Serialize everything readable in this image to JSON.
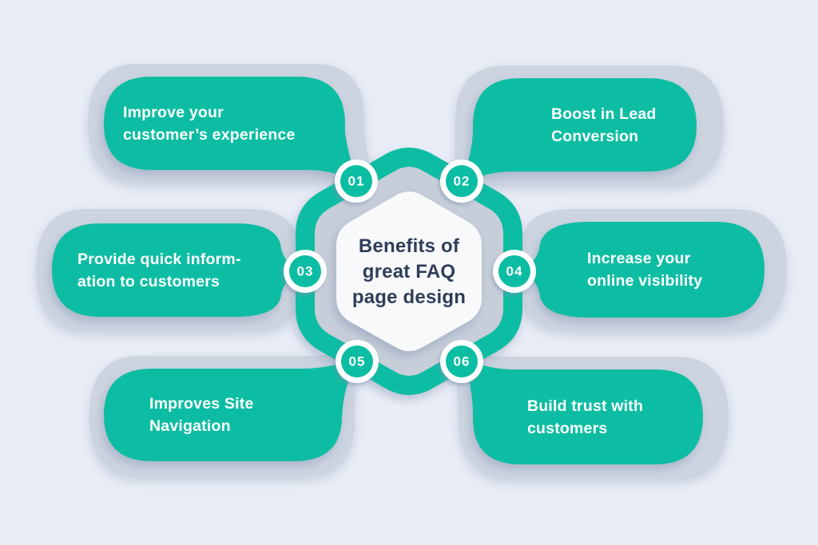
{
  "center": {
    "title": "Benefits of great FAQ page design",
    "lines": [
      "Benefits of",
      "great FAQ",
      "page design"
    ]
  },
  "benefits": [
    {
      "number": "01",
      "label": "Improve your customer’s experience",
      "lines": [
        "Improve your",
        "customer’s experience"
      ]
    },
    {
      "number": "02",
      "label": "Boost in Lead Conversion",
      "lines": [
        "Boost in Lead",
        "Conversion"
      ]
    },
    {
      "number": "03",
      "label": "Provide quick inform-ation to customers",
      "lines": [
        "Provide quick inform-",
        "ation to customers"
      ]
    },
    {
      "number": "04",
      "label": "Increase your online visibility",
      "lines": [
        "Increase your",
        "online visibility"
      ]
    },
    {
      "number": "05",
      "label": "Improves Site Navigation",
      "lines": [
        "Improves Site",
        "Navigation"
      ]
    },
    {
      "number": "06",
      "label": "Build trust with customers",
      "lines": [
        "Build trust with",
        "customers"
      ]
    }
  ],
  "colors": {
    "background": "#e9edf6",
    "teal": "#0bbda3",
    "shadow_gray": "#cdd4e0",
    "hexagon_band_gray": "#c7ced9",
    "hexagon_fill": "#f8f9fb",
    "title_text": "#2f3e58",
    "pill_text": "#ffffff"
  }
}
